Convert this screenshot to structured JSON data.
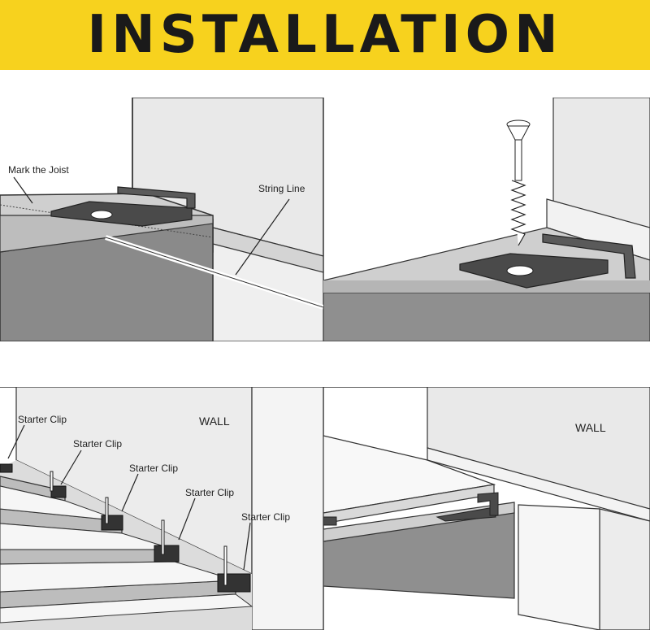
{
  "title": "INSTALLATION",
  "panel1": {
    "mark_label": "Mark the Joist",
    "string_label": "String Line"
  },
  "panel3": {
    "clip_labels": [
      "Starter Clip",
      "Starter Clip",
      "Starter Clip",
      "Starter Clip",
      "Starter Clip"
    ],
    "wall_label": "WALL"
  },
  "panel4": {
    "wall_label": "WALL"
  },
  "colors": {
    "banner": "#f7d21e",
    "clip": "#4a4a4a",
    "concrete": "#8f8f8f"
  }
}
